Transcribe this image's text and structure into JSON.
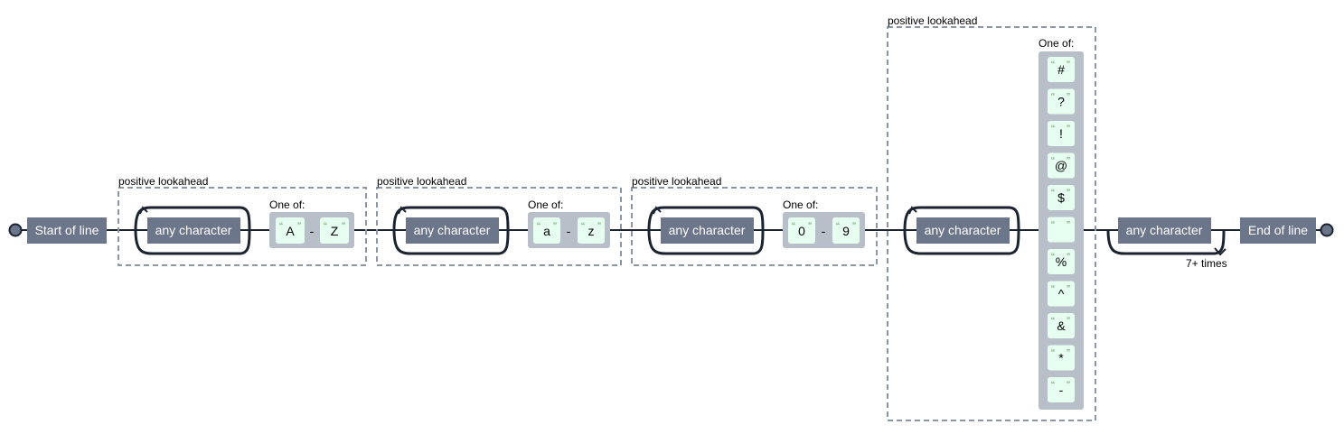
{
  "start_label": "Start of line",
  "end_label": "End of line",
  "lookaheads": [
    {
      "label": "positive lookahead",
      "any_label": "any character",
      "one_of_label": "One of:",
      "from": "A",
      "to": "Z",
      "dash": "-"
    },
    {
      "label": "positive lookahead",
      "any_label": "any character",
      "one_of_label": "One of:",
      "from": "a",
      "to": "z",
      "dash": "-"
    },
    {
      "label": "positive lookahead",
      "any_label": "any character",
      "one_of_label": "One of:",
      "from": "0",
      "to": "9",
      "dash": "-"
    }
  ],
  "special_lookahead": {
    "label": "positive lookahead",
    "any_label": "any character",
    "one_of_label": "One of:",
    "chars": [
      "#",
      "?",
      "!",
      "@",
      "$",
      " ",
      "%",
      "^",
      "&",
      "*",
      "-"
    ]
  },
  "final": {
    "any_label": "any character",
    "repeat_label": "7+ times"
  },
  "quote_open": "“",
  "quote_close": "”",
  "colors": {
    "node": "#6b768a",
    "set_box": "#b9bfc9",
    "literal_box": "#e6fff0",
    "wire": "#1b2230",
    "group_border": "#8c96a5"
  }
}
